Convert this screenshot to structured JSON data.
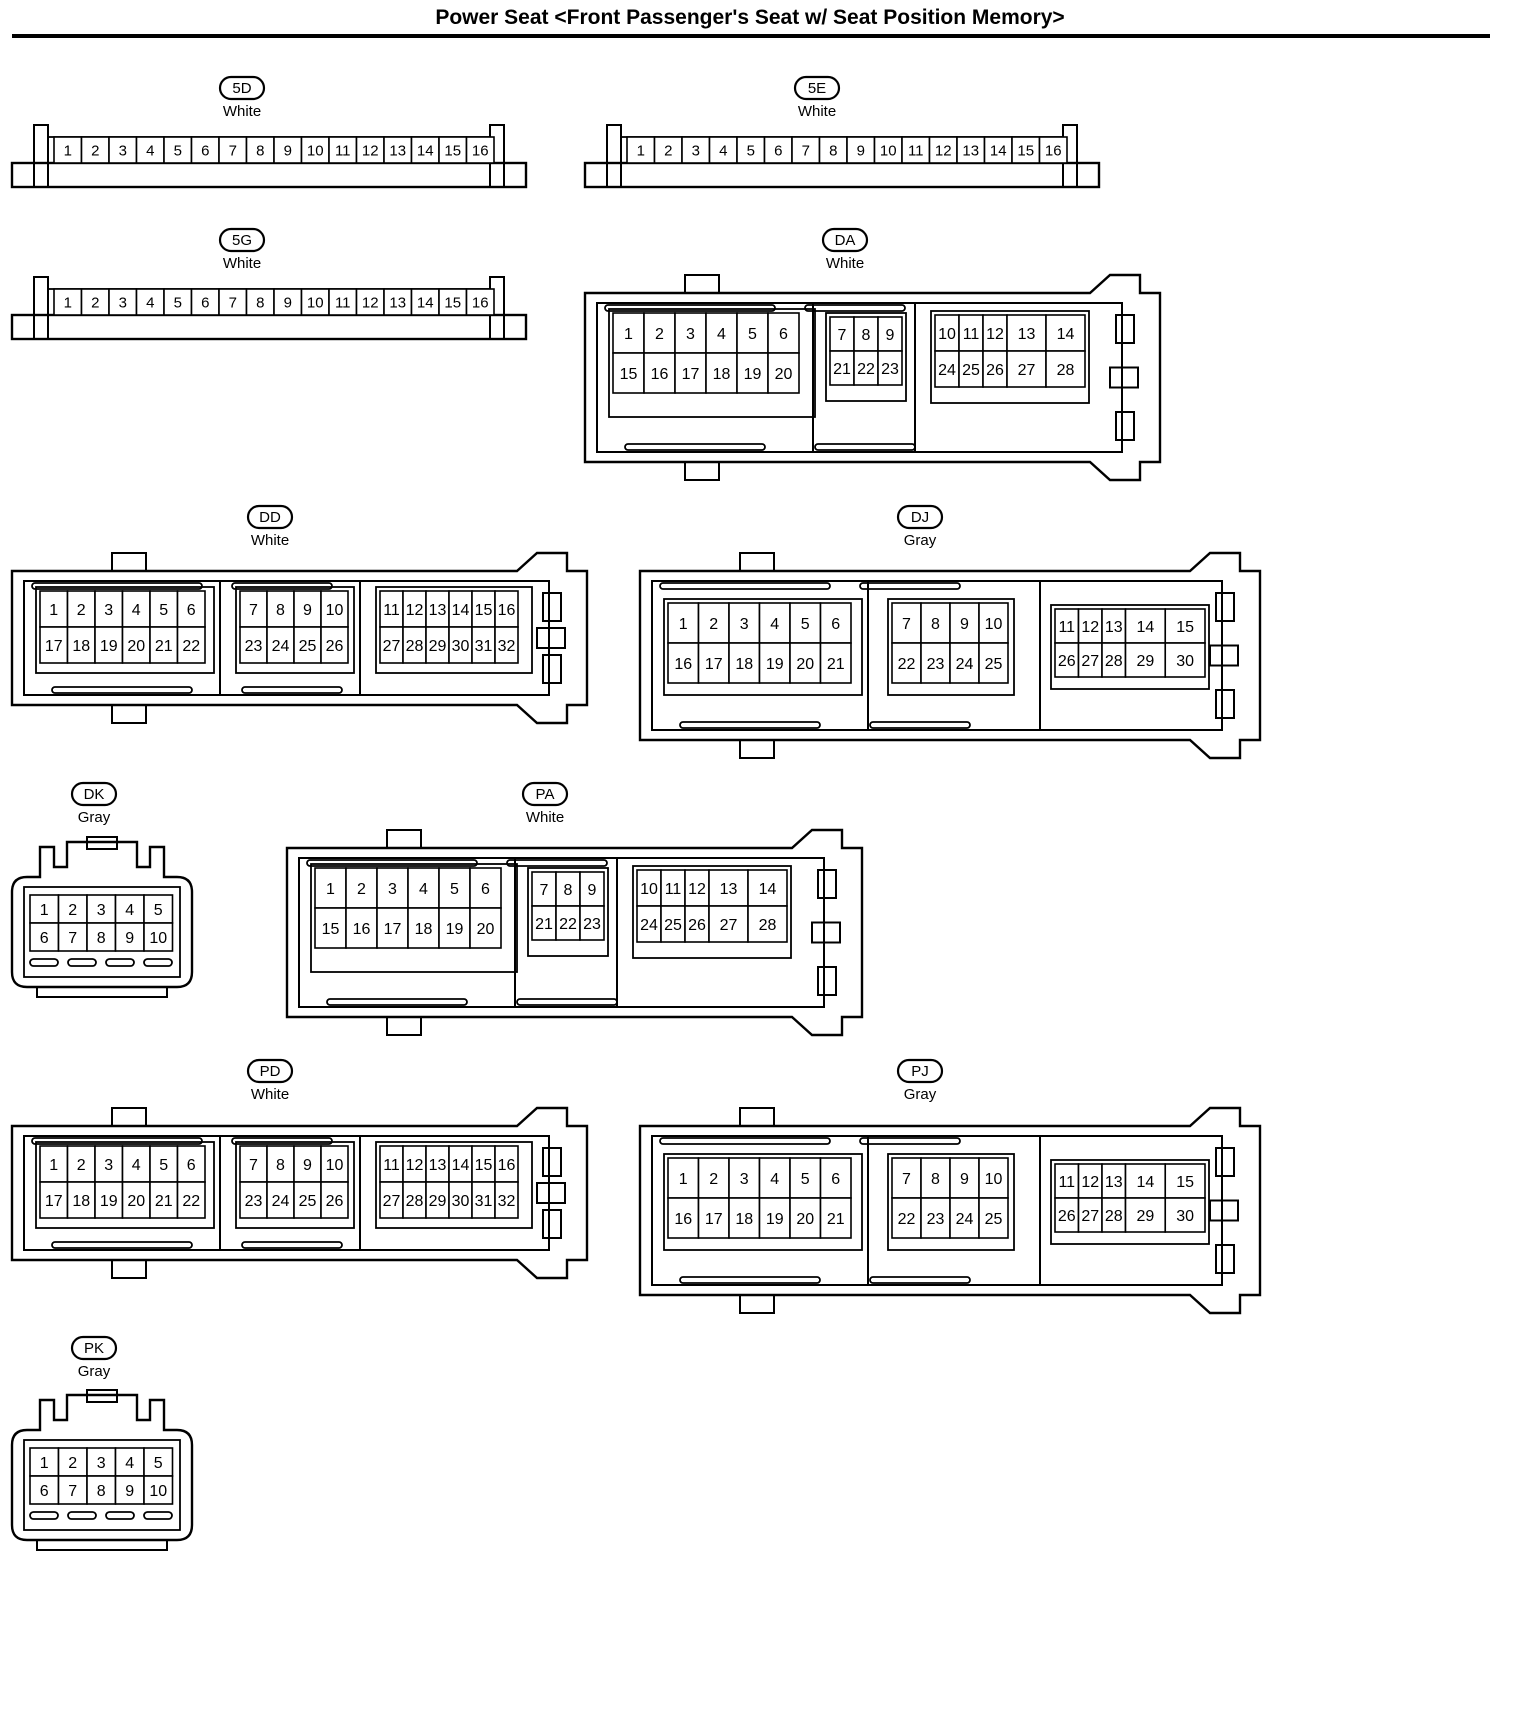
{
  "title": "Power Seat <Front Passenger's Seat w/ Seat Position Memory>",
  "connectors": [
    {
      "id": "5D",
      "color": "White",
      "type": "strip",
      "rows": [
        [
          "1",
          "2",
          "3",
          "4",
          "5",
          "6",
          "7",
          "8",
          "9",
          "10",
          "11",
          "12",
          "13",
          "14",
          "15",
          "16"
        ]
      ]
    },
    {
      "id": "5E",
      "color": "White",
      "type": "strip",
      "rows": [
        [
          "1",
          "2",
          "3",
          "4",
          "5",
          "6",
          "7",
          "8",
          "9",
          "10",
          "11",
          "12",
          "13",
          "14",
          "15",
          "16"
        ]
      ]
    },
    {
      "id": "5G",
      "color": "White",
      "type": "strip",
      "rows": [
        [
          "1",
          "2",
          "3",
          "4",
          "5",
          "6",
          "7",
          "8",
          "9",
          "10",
          "11",
          "12",
          "13",
          "14",
          "15",
          "16"
        ]
      ]
    },
    {
      "id": "DA",
      "color": "White",
      "type": "large28",
      "blocks": [
        [
          [
            "1",
            "2",
            "3",
            "4",
            "5",
            "6"
          ],
          [
            "15",
            "16",
            "17",
            "18",
            "19",
            "20"
          ]
        ],
        [
          [
            "7",
            "8",
            "9"
          ],
          [
            "21",
            "22",
            "23"
          ]
        ],
        [
          [
            "10",
            "11",
            "12",
            "13",
            "14"
          ],
          [
            "24",
            "25",
            "26",
            "27",
            "28"
          ]
        ]
      ]
    },
    {
      "id": "DD",
      "color": "White",
      "type": "large32",
      "blocks": [
        [
          [
            "1",
            "2",
            "3",
            "4",
            "5",
            "6"
          ],
          [
            "17",
            "18",
            "19",
            "20",
            "21",
            "22"
          ]
        ],
        [
          [
            "7",
            "8",
            "9",
            "10"
          ],
          [
            "23",
            "24",
            "25",
            "26"
          ]
        ],
        [
          [
            "11",
            "12",
            "13",
            "14",
            "15",
            "16"
          ],
          [
            "27",
            "28",
            "29",
            "30",
            "31",
            "32"
          ]
        ]
      ]
    },
    {
      "id": "DJ",
      "color": "Gray",
      "type": "large30",
      "blocks": [
        [
          [
            "1",
            "2",
            "3",
            "4",
            "5",
            "6"
          ],
          [
            "16",
            "17",
            "18",
            "19",
            "20",
            "21"
          ]
        ],
        [
          [
            "7",
            "8",
            "9",
            "10"
          ],
          [
            "22",
            "23",
            "24",
            "25"
          ]
        ],
        [
          [
            "11",
            "12",
            "13",
            "14",
            "15"
          ],
          [
            "26",
            "27",
            "28",
            "29",
            "30"
          ]
        ]
      ]
    },
    {
      "id": "DK",
      "color": "Gray",
      "type": "small10",
      "rows": [
        [
          "1",
          "2",
          "3",
          "4",
          "5"
        ],
        [
          "6",
          "7",
          "8",
          "9",
          "10"
        ]
      ]
    },
    {
      "id": "PA",
      "color": "White",
      "type": "large28",
      "blocks": [
        [
          [
            "1",
            "2",
            "3",
            "4",
            "5",
            "6"
          ],
          [
            "15",
            "16",
            "17",
            "18",
            "19",
            "20"
          ]
        ],
        [
          [
            "7",
            "8",
            "9"
          ],
          [
            "21",
            "22",
            "23"
          ]
        ],
        [
          [
            "10",
            "11",
            "12",
            "13",
            "14"
          ],
          [
            "24",
            "25",
            "26",
            "27",
            "28"
          ]
        ]
      ]
    },
    {
      "id": "PD",
      "color": "White",
      "type": "large32",
      "blocks": [
        [
          [
            "1",
            "2",
            "3",
            "4",
            "5",
            "6"
          ],
          [
            "17",
            "18",
            "19",
            "20",
            "21",
            "22"
          ]
        ],
        [
          [
            "7",
            "8",
            "9",
            "10"
          ],
          [
            "23",
            "24",
            "25",
            "26"
          ]
        ],
        [
          [
            "11",
            "12",
            "13",
            "14",
            "15",
            "16"
          ],
          [
            "27",
            "28",
            "29",
            "30",
            "31",
            "32"
          ]
        ]
      ]
    },
    {
      "id": "PJ",
      "color": "Gray",
      "type": "large30",
      "blocks": [
        [
          [
            "1",
            "2",
            "3",
            "4",
            "5",
            "6"
          ],
          [
            "16",
            "17",
            "18",
            "19",
            "20",
            "21"
          ]
        ],
        [
          [
            "7",
            "8",
            "9",
            "10"
          ],
          [
            "22",
            "23",
            "24",
            "25"
          ]
        ],
        [
          [
            "11",
            "12",
            "13",
            "14",
            "15"
          ],
          [
            "26",
            "27",
            "28",
            "29",
            "30"
          ]
        ]
      ]
    },
    {
      "id": "PK",
      "color": "Gray",
      "type": "small10",
      "rows": [
        [
          "1",
          "2",
          "3",
          "4",
          "5"
        ],
        [
          "6",
          "7",
          "8",
          "9",
          "10"
        ]
      ]
    }
  ]
}
